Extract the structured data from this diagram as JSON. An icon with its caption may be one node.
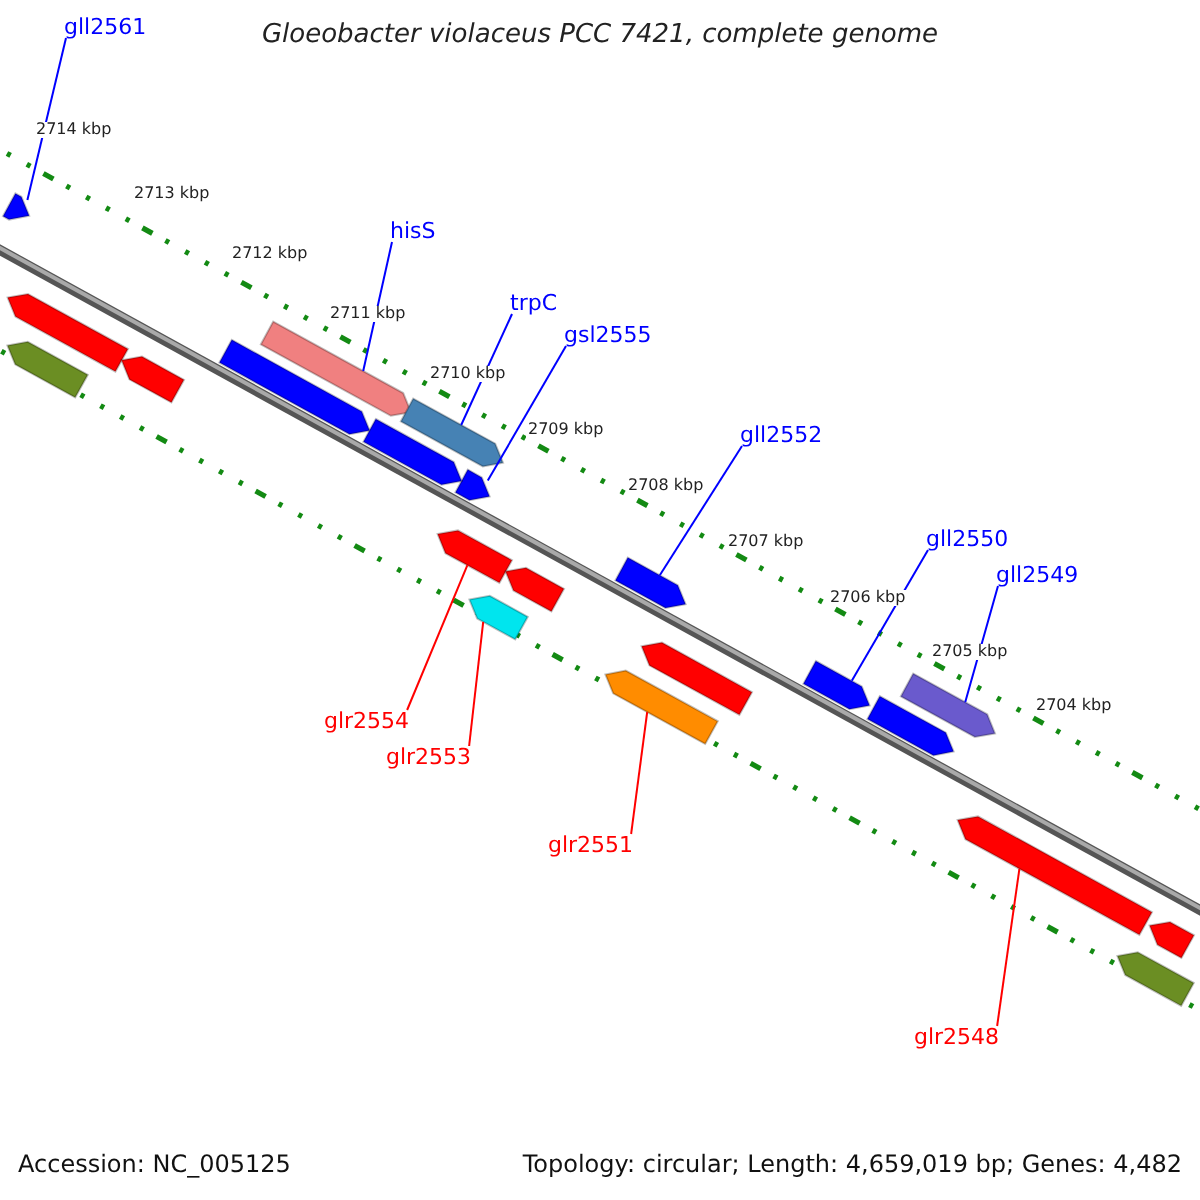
{
  "diagram": {
    "title": "Gloeobacter violaceus PCC 7421, complete genome",
    "nodes": [
      {
        "text": [
          "gll2561"
        ]
      },
      {
        "text": [
          "hisS"
        ]
      },
      {
        "text": [
          "trpC"
        ]
      },
      {
        "text": [
          "gsl2555"
        ]
      },
      {
        "text": [
          "gll2552"
        ]
      },
      {
        "text": [
          "gll2550"
        ]
      },
      {
        "text": [
          "gll2549"
        ]
      },
      {
        "text": [
          "glr2554"
        ]
      },
      {
        "text": [
          "glr2553"
        ]
      },
      {
        "text": [
          "glr2551"
        ]
      },
      {
        "text": [
          "glr2548"
        ]
      },
      {
        "text": [],
        "shape": "bar"
      },
      {
        "text": [],
        "shape": "bar"
      },
      {
        "text": [],
        "shape": "bar"
      },
      {
        "text": [],
        "shape": "bar"
      },
      {
        "text": [],
        "shape": "bar"
      },
      {
        "text": [],
        "shape": "bar"
      },
      {
        "text": [],
        "shape": "bar"
      },
      {
        "text": [],
        "shape": "bar"
      },
      {
        "text": [],
        "shape": "bar"
      },
      {
        "text": [],
        "shape": "bar"
      },
      {
        "text": [],
        "shape": "bar"
      },
      {
        "text": [],
        "shape": "bar"
      },
      {
        "text": [],
        "shape": "bar"
      },
      {
        "text": [],
        "shape": "bar"
      },
      {
        "text": [],
        "shape": "bar"
      },
      {
        "text": [],
        "shape": "bar"
      },
      {
        "text": [],
        "shape": "bar"
      },
      {
        "text": [],
        "shape": "bar"
      },
      {
        "text": [],
        "shape": "bar"
      },
      {
        "text": [],
        "shape": "bar"
      },
      {
        "text": [],
        "shape": "bar"
      }
    ],
    "edges": [
      {
        "from": 0,
        "to": 11,
        "arrow": "none"
      },
      {
        "from": 1,
        "to": 12,
        "arrow": "none"
      },
      {
        "from": 2,
        "to": 13,
        "arrow": "none"
      },
      {
        "from": 3,
        "to": 14,
        "arrow": "none"
      },
      {
        "from": 4,
        "to": 15,
        "arrow": "none"
      },
      {
        "from": 5,
        "to": 16,
        "arrow": "none"
      },
      {
        "from": 6,
        "to": 17,
        "arrow": "none"
      },
      {
        "from": 7,
        "to": 18,
        "arrow": "none",
        "color": "#ff0000"
      },
      {
        "from": 8,
        "to": 19,
        "arrow": "none",
        "color": "#ff0000"
      },
      {
        "from": 9,
        "to": 20,
        "arrow": "none",
        "color": "#ff0000"
      },
      {
        "from": 10,
        "to": 21,
        "arrow": "none",
        "color": "#ff0000"
      }
    ],
    "labels": [
      "2714 kbp",
      "2713 kbp",
      "2712 kbp",
      "2711 kbp",
      "2710 kbp",
      "2709 kbp",
      "2708 kbp",
      "2707 kbp",
      "2706 kbp",
      "2705 kbp",
      "2704 kbp",
      "Accession: NC_005125",
      "Topology: circular; Length: 4,659,019 bp; Genes: 4,482"
    ]
  }
}
